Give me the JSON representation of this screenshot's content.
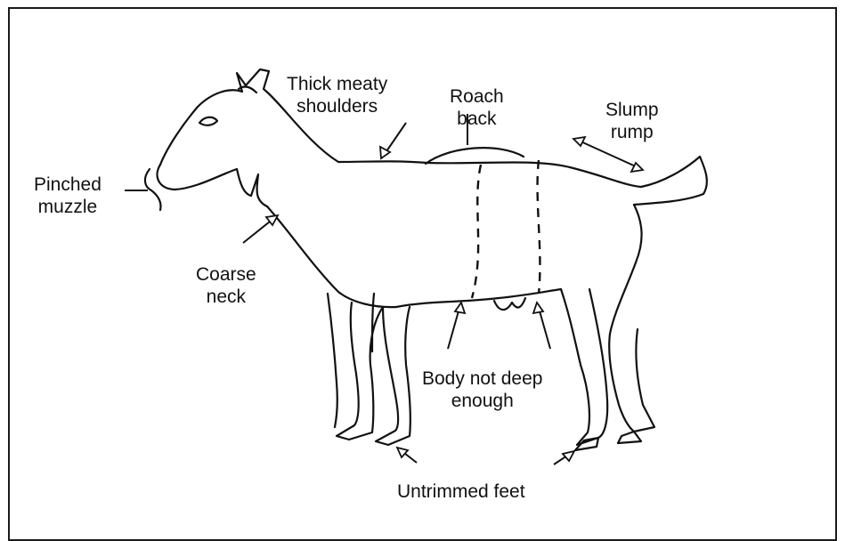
{
  "labels": {
    "thick_meaty_shoulders_line1": "Thick meaty",
    "thick_meaty_shoulders_line2": "shoulders",
    "roach_back_line1": "Roach",
    "roach_back_line2": "back",
    "slump_rump_line1": "Slump",
    "slump_rump_line2": "rump",
    "pinched_muzzle_line1": "Pinched",
    "pinched_muzzle_line2": "muzzle",
    "coarse_neck_line1": "Coarse",
    "coarse_neck_line2": "neck",
    "body_not_deep_line1": "Body not deep",
    "body_not_deep_line2": "enough",
    "untrimmed_feet": "Untrimmed feet"
  }
}
